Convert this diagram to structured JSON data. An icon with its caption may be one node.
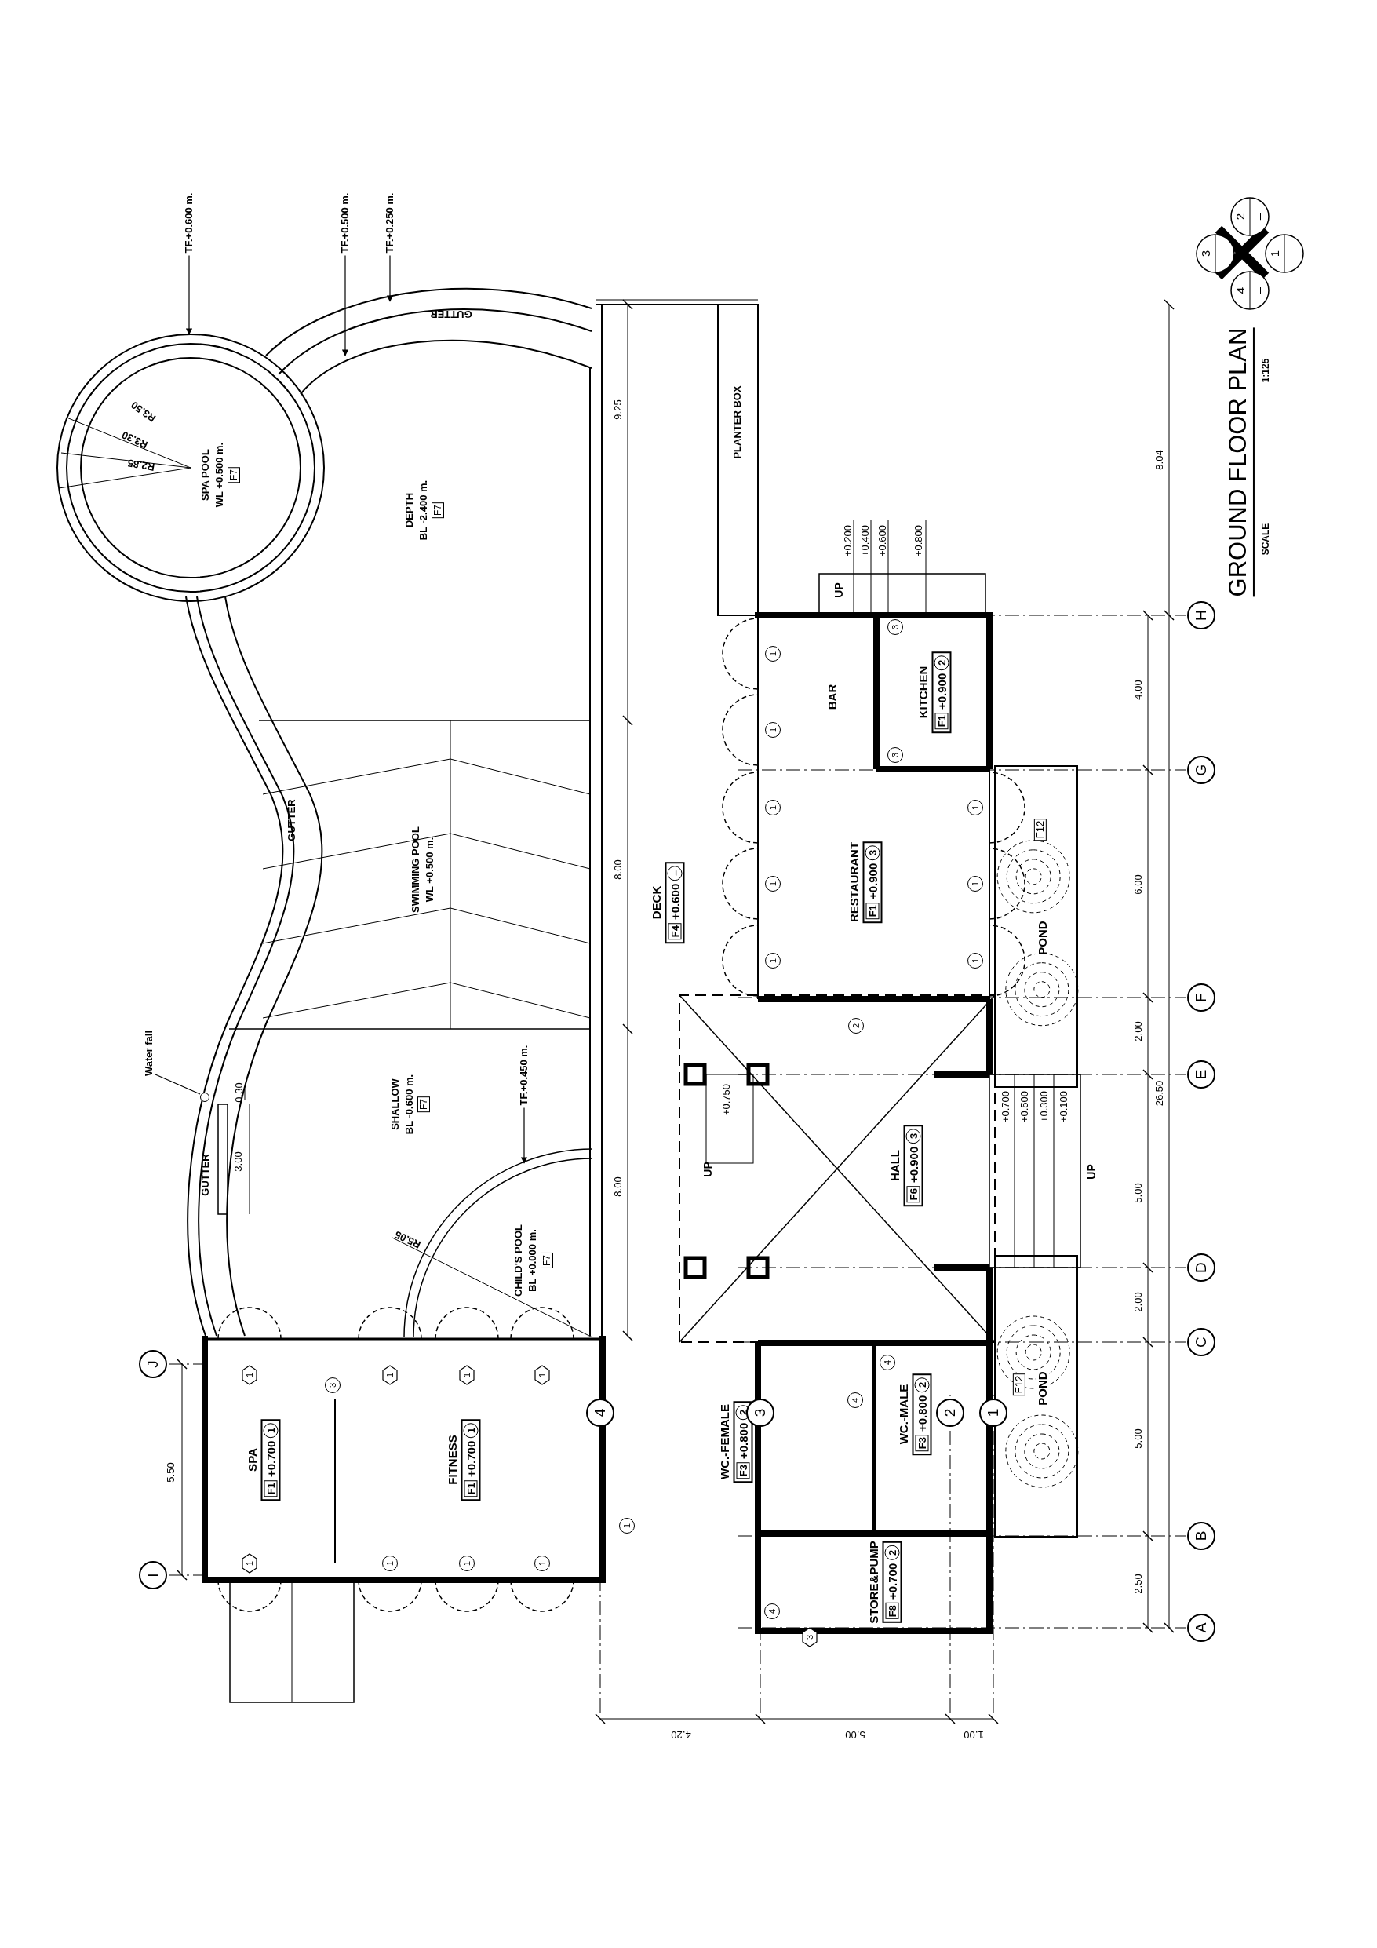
{
  "diagram": {
    "title": "GROUND FLOOR PLAN",
    "nodes": [
      {
        "text": [
          "SPA POOL",
          "WL +0.500 m.",
          "F7"
        ]
      },
      {
        "text": [
          "DEPTH",
          "BL -2.400 m.",
          "F7"
        ]
      },
      {
        "text": [
          "SWIMMING POOL",
          "WL +0.500 m."
        ]
      },
      {
        "text": [
          "SHALLOW",
          "BL -0.600 m.",
          "F7"
        ]
      },
      {
        "text": [
          "CHILD'S POOL",
          "BL +0.000 m.",
          "F7"
        ]
      },
      {
        "text": [
          "TF.+0.600 m."
        ]
      },
      {
        "text": [
          "TF.+0.500 m."
        ]
      },
      {
        "text": [
          "TF.+0.250 m."
        ]
      },
      {
        "text": [
          "TF.+0.450 m."
        ]
      },
      {
        "text": [
          "Water fall"
        ]
      },
      {
        "text": [
          "SPA",
          "F1",
          "+0.700",
          "1"
        ]
      },
      {
        "text": [
          "FITNESS",
          "F1",
          "+0.700",
          "1"
        ]
      },
      {
        "text": [
          "DECK",
          "F4",
          "+0.600",
          "–"
        ]
      },
      {
        "text": [
          "BAR"
        ]
      },
      {
        "text": [
          "KITCHEN",
          "F1",
          "+0.900",
          "2"
        ]
      },
      {
        "text": [
          "RESTAURANT",
          "F1",
          "+0.900",
          "3"
        ]
      },
      {
        "text": [
          "HALL",
          "F6",
          "+0.900",
          "3"
        ]
      },
      {
        "text": [
          "WC.-FEMALE",
          "F3",
          "+0.800",
          "2"
        ]
      },
      {
        "text": [
          "WC.-MALE",
          "F3",
          "+0.800",
          "2"
        ]
      },
      {
        "text": [
          "STORE&PUMP",
          "F8",
          "+0.700",
          "2"
        ]
      },
      {
        "text": [
          "POND",
          "F12"
        ]
      },
      {
        "text": [
          "POND",
          "F12"
        ]
      },
      {
        "text": [
          "PLANTER BOX"
        ]
      },
      {
        "text": [],
        "shape": "circle"
      }
    ],
    "edges": [
      {
        "from": 5,
        "to": null,
        "arrow": "to"
      },
      {
        "from": 6,
        "to": null,
        "arrow": "to"
      },
      {
        "from": 7,
        "to": null,
        "arrow": "to"
      },
      {
        "from": 8,
        "to": null,
        "arrow": "to"
      },
      {
        "from": 9,
        "to": 23,
        "arrow": "none"
      }
    ],
    "labels": [
      "SCALE",
      "1:125",
      "GUTTER",
      "GUTTER",
      "GUTTER",
      "R3.50",
      "R3.30",
      "R2.85",
      "R5.05",
      "3.00",
      "0.30",
      "9.25",
      "8.00",
      "8.00",
      "5.50",
      "+0.200",
      "+0.400",
      "+0.600",
      "+0.800",
      "UP",
      "+0.750",
      "UP",
      "+0.700",
      "+0.500",
      "+0.300",
      "+0.100",
      "UP",
      "26.50",
      "8.04",
      "4.00",
      "6.00",
      "2.00",
      "5.00",
      "2.00",
      "5.00",
      "2.50",
      "A",
      "B",
      "C",
      "D",
      "E",
      "F",
      "G",
      "H",
      "4",
      "3",
      "2",
      "1",
      "J",
      "I",
      "4.20",
      "5.00",
      "1.00",
      "1",
      "1",
      "1",
      "1",
      "1",
      "1",
      "1",
      "1",
      "3",
      "1",
      "3",
      "4",
      "4",
      "4",
      "1",
      "1",
      "1",
      "1",
      "1",
      "1",
      "1",
      "1",
      "3",
      "3",
      "2",
      "3",
      "–",
      "2",
      "–",
      "1",
      "–",
      "4",
      "–"
    ]
  }
}
